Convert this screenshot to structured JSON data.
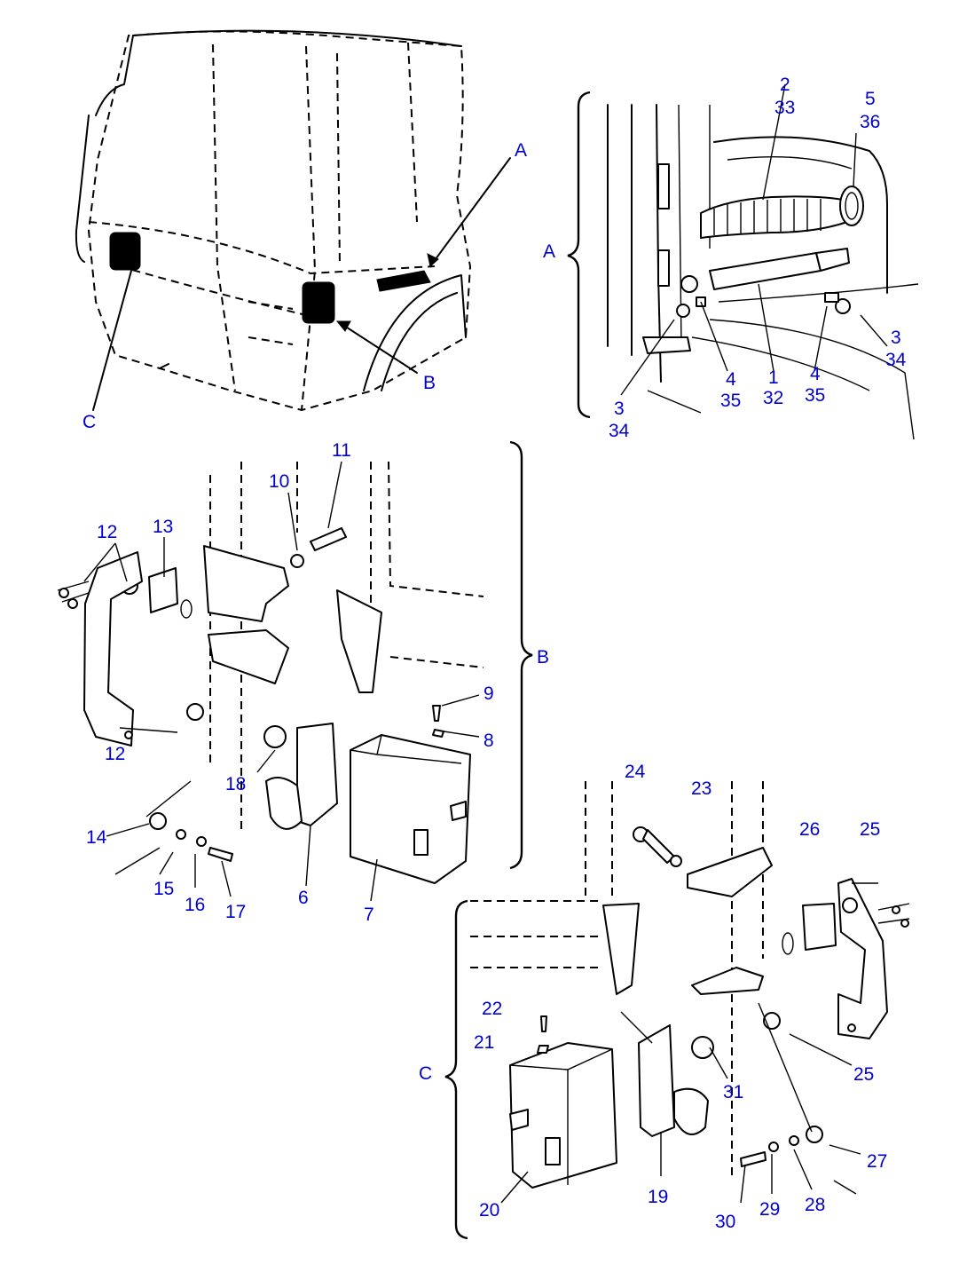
{
  "views": {
    "A": "A",
    "B": "B",
    "C": "C"
  },
  "callouts": {
    "p1": "1",
    "p2": "2",
    "p3": "3",
    "p4": "4",
    "p5": "5",
    "p6": "6",
    "p7": "7",
    "p8": "8",
    "p9": "9",
    "p10": "10",
    "p11": "11",
    "p12": "12",
    "p13": "13",
    "p14": "14",
    "p15": "15",
    "p16": "16",
    "p17": "17",
    "p18": "18",
    "p19": "19",
    "p20": "20",
    "p21": "21",
    "p22": "22",
    "p23": "23",
    "p24": "24",
    "p25": "25",
    "p26": "26",
    "p27": "27",
    "p28": "28",
    "p29": "29",
    "p30": "30",
    "p31": "31",
    "p32": "32",
    "p33": "33",
    "p34": "34",
    "p35": "35",
    "p36": "36"
  },
  "colors": {
    "label": "#0000cc",
    "line": "#000000",
    "background": "#ffffff"
  }
}
